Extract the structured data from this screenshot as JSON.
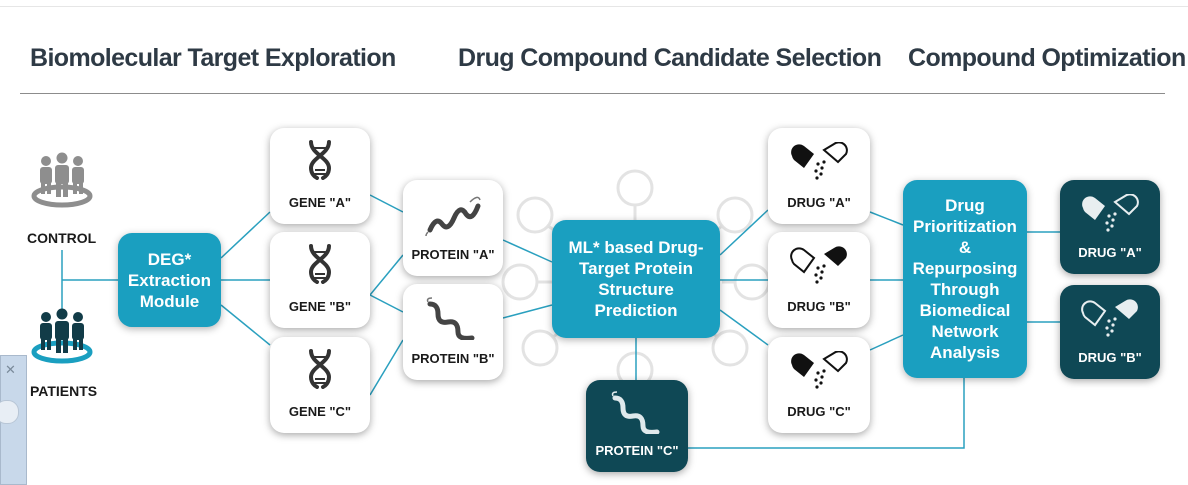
{
  "headers": {
    "left": "Biomolecular Target Exploration",
    "center": "Drug Compound Candidate Selection",
    "right": "Compound Optimization"
  },
  "groups": {
    "control": "CONTROL",
    "patients": "PATIENTS"
  },
  "modules": {
    "deg": "DEG* Extraction Module",
    "ml": "ML* based Drug-Target Protein Structure Prediction",
    "prioritization": "Drug Prioritization & Repurposing Through Biomedical Network Analysis"
  },
  "genes": [
    "GENE \"A\"",
    "GENE \"B\"",
    "GENE \"C\""
  ],
  "proteins": [
    "PROTEIN \"A\"",
    "PROTEIN \"B\"",
    "PROTEIN \"C\""
  ],
  "drugs": [
    "DRUG \"A\"",
    "DRUG \"B\"",
    "DRUG \"C\""
  ],
  "output_drugs": [
    "DRUG \"A\"",
    "DRUG \"B\""
  ],
  "icons": {
    "people": "people-group-icon",
    "dna": "dna-helix-icon",
    "protein": "protein-helix-icon",
    "capsule": "capsule-pill-icon",
    "network": "neural-network-icon"
  },
  "colors": {
    "teal": "#1a9fc0",
    "dark_teal": "#0f4855",
    "connector": "#2aa0bf",
    "text": "#2e3a45"
  }
}
